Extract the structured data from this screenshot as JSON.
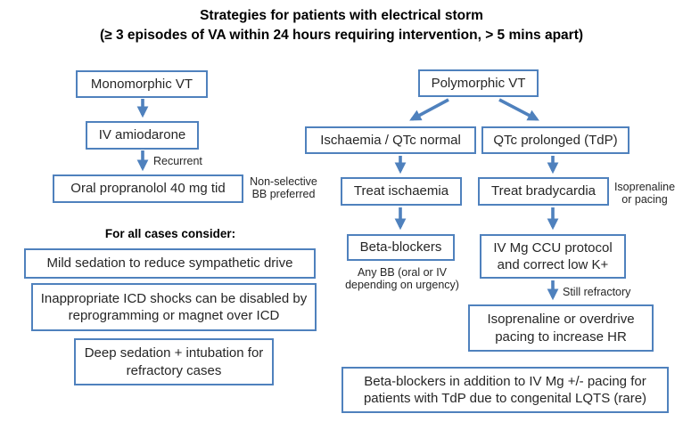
{
  "title": {
    "line1": "Strategies for patients with electrical storm",
    "line2": "(≥ 3 episodes of VA within 24 hours requiring intervention, > 5 mins apart)"
  },
  "colors": {
    "box_border": "#4f81bd",
    "arrow": "#4f81bd",
    "text": "#262626",
    "title_text": "#000000",
    "background": "#ffffff"
  },
  "left_branch": {
    "monomorphic_vt": "Monomorphic VT",
    "iv_amiodarone": "IV amiodarone",
    "recurrent_label": "Recurrent",
    "oral_propranolol": "Oral propranolol 40 mg tid",
    "bb_note": "Non-selective BB preferred",
    "consider": {
      "heading": "For all cases consider:",
      "items": [
        "Mild sedation to reduce sympathetic drive",
        "Inappropriate ICD shocks can be disabled by reprogramming or magnet over ICD",
        "Deep sedation + intubation for refractory cases"
      ]
    }
  },
  "right_branch": {
    "polymorphic_vt": "Polymorphic VT",
    "ischaemia_qtc_normal": "Ischaemia / QTc normal",
    "qtc_prolonged": "QTc prolonged (TdP)",
    "treat_ischaemia": "Treat ischaemia",
    "treat_bradycardia": "Treat bradycardia",
    "isoprenaline_pacing_note": "Isoprenaline or pacing",
    "beta_blockers": "Beta-blockers",
    "any_bb_note": "Any BB (oral or IV depending on urgency)",
    "iv_mg_ccu": "IV Mg CCU protocol and correct low K+",
    "still_refractory_label": "Still refractory",
    "isoprenaline_overdrive": "Isoprenaline or overdrive pacing to increase HR",
    "congenital_lqts": "Beta-blockers in addition to IV Mg +/- pacing for patients with TdP due to congenital LQTS (rare)"
  }
}
